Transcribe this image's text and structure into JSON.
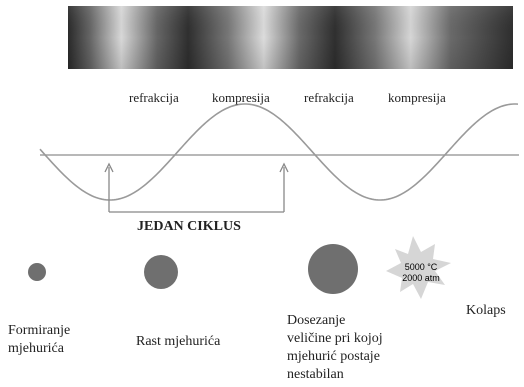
{
  "wave_labels": [
    "refrakcija",
    "kompresija",
    "refrakcija",
    "kompresija"
  ],
  "cycle_label": "JEDAN CIKLUS",
  "stages": {
    "formation": [
      "Formiranje",
      "mjehurića"
    ],
    "growth": "Rast mjehurića",
    "unstable": [
      "Dosezanje",
      "veličine pri kojoj",
      "mjehurić postaje",
      "nestabilan"
    ],
    "collapse": "Kolaps"
  },
  "collapse_conditions": [
    "5000 °C",
    "2000 atm"
  ],
  "colors": {
    "bubble": "#6f6f6f",
    "wave": "#9a9a9a",
    "baseline": "#a0a0a0",
    "bracket": "#888888",
    "star": "#d6d6d6"
  }
}
